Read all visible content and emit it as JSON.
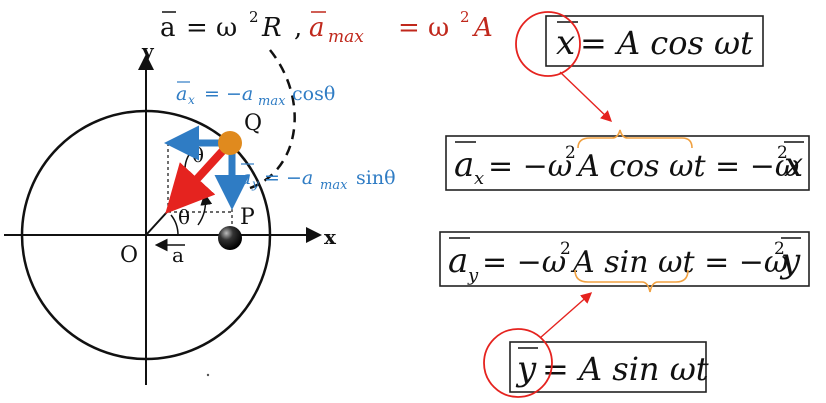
{
  "colors": {
    "red": "#e5231f",
    "blue": "#2f7cc4",
    "orange": "#e08a1e",
    "brace": "#f0a040",
    "black": "#111111"
  },
  "top_formula": {
    "a": "a",
    "eq1": "= ω",
    "sq": "2",
    "r": "R",
    "comma": ",",
    "amax": "a",
    "amax_sub": "max",
    "eq2": "= ω",
    "sq2": "2",
    "A": "A"
  },
  "diagram": {
    "axis_x": "x",
    "axis_y": "y",
    "origin": "O",
    "point_q": "Q",
    "point_p": "P",
    "label_a": "a",
    "theta": "θ",
    "ax_formula": {
      "a": "a",
      "sub": "x",
      "eq": "= −a",
      "sub2": "max",
      "rest": "cosθ"
    },
    "ay_formula": {
      "a": "a",
      "sub": "y",
      "eq": "= −a",
      "sub2": "max",
      "rest": "sinθ"
    }
  },
  "boxes": {
    "x_eq": {
      "var": "x",
      "rhs": "= A cos ωt"
    },
    "ax_eq": {
      "var": "a",
      "sub": "x",
      "rhs1": "= −ω",
      "sq": "2",
      "rhs2": "A cos ωt = −ω",
      "sq2": "2",
      "end": "x"
    },
    "ay_eq": {
      "var": "a",
      "sub": "y",
      "rhs1": "= −ω",
      "sq": "2",
      "rhs2": "A sin ωt = −ω",
      "sq2": "2",
      "end": "y"
    },
    "y_eq": {
      "var": "y",
      "rhs": "= A sin ωt"
    }
  }
}
